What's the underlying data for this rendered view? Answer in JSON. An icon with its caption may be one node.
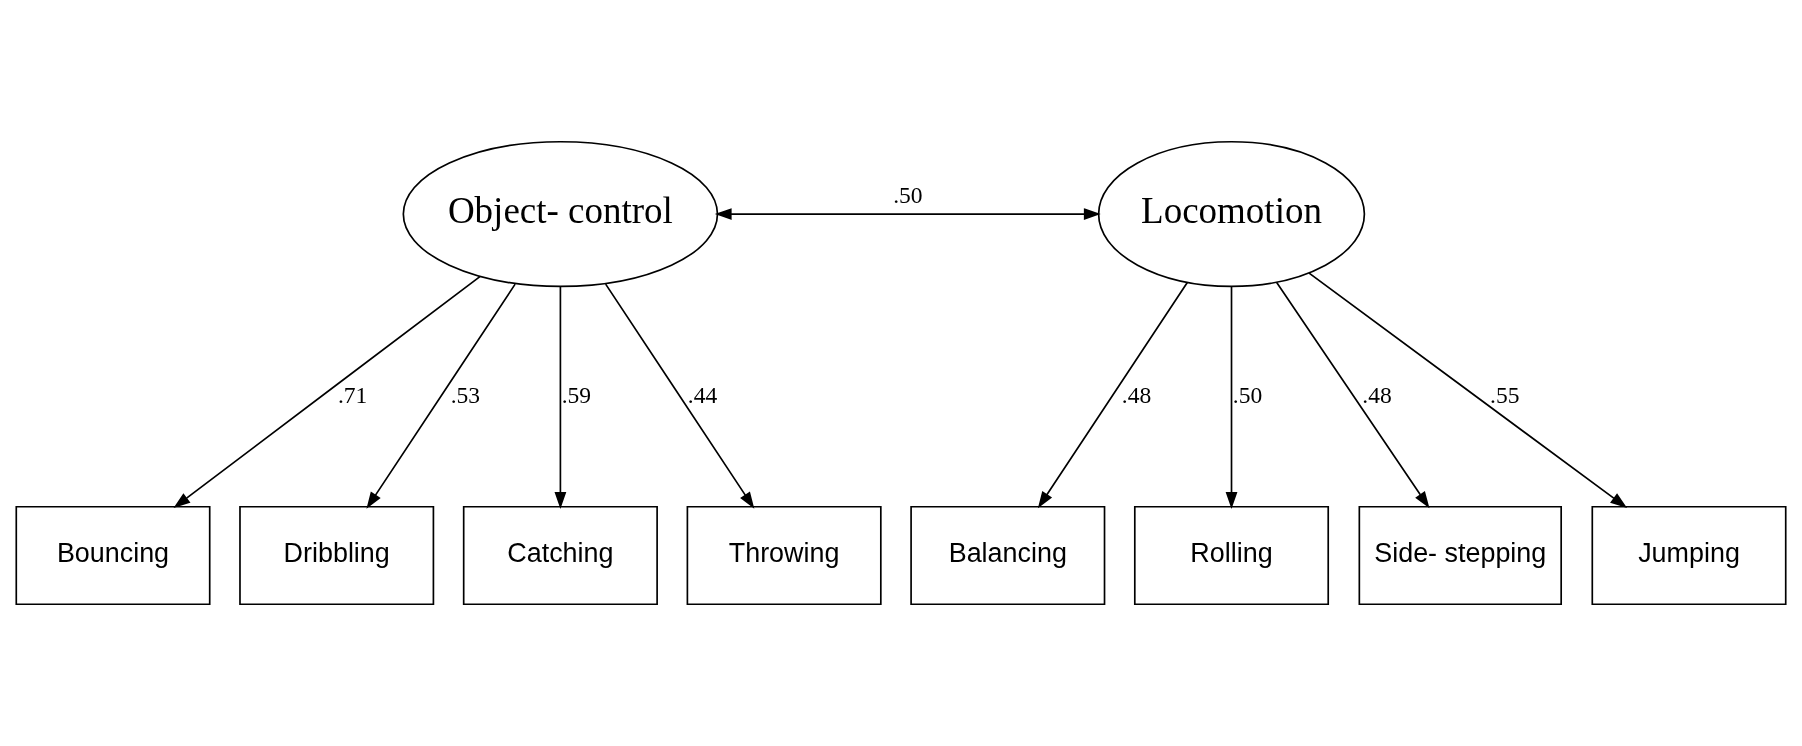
{
  "diagram": {
    "nodes": [
      {
        "text": [
          "Object- control"
        ]
      },
      {
        "text": [
          "Locomotion"
        ]
      },
      {
        "text": [
          "Bouncing"
        ]
      },
      {
        "text": [
          "Dribbling"
        ]
      },
      {
        "text": [
          "Catching"
        ]
      },
      {
        "text": [
          "Throwing"
        ]
      },
      {
        "text": [
          "Balancing"
        ]
      },
      {
        "text": [
          "Rolling"
        ]
      },
      {
        "text": [
          "Side- stepping"
        ]
      },
      {
        "text": [
          "Jumping"
        ]
      }
    ],
    "edges": [
      {
        "from": 0,
        "to": 1,
        "arrow": "both",
        "label": ".50"
      },
      {
        "from": 0,
        "to": 2,
        "arrow": "to",
        "label": ".71"
      },
      {
        "from": 0,
        "to": 3,
        "arrow": "to",
        "label": ".53"
      },
      {
        "from": 0,
        "to": 4,
        "arrow": "to",
        "label": ".59"
      },
      {
        "from": 0,
        "to": 5,
        "arrow": "to",
        "label": ".44"
      },
      {
        "from": 1,
        "to": 6,
        "arrow": "to",
        "label": ".48"
      },
      {
        "from": 1,
        "to": 7,
        "arrow": "to",
        "label": ".50"
      },
      {
        "from": 1,
        "to": 8,
        "arrow": "to",
        "label": ".48"
      },
      {
        "from": 1,
        "to": 9,
        "arrow": "to",
        "label": ".55"
      }
    ]
  }
}
